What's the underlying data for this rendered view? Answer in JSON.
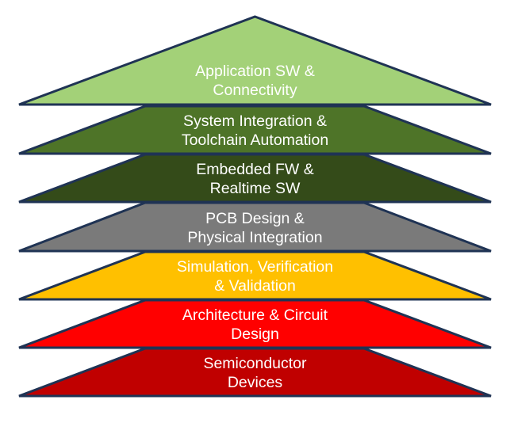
{
  "diagram": {
    "title": "",
    "type": "layered-pyramid",
    "outline_color": "#1f3354",
    "text_color": "#ffffff",
    "layers": [
      {
        "id": "application",
        "lines": [
          "Application SW &",
          "Connectivity"
        ],
        "fill": "#a3d178"
      },
      {
        "id": "system-integration",
        "lines": [
          "System Integration &",
          "Toolchain Automation"
        ],
        "fill": "#4e7428"
      },
      {
        "id": "embedded-fw",
        "lines": [
          "Embedded FW &",
          "Realtime SW"
        ],
        "fill": "#344b19"
      },
      {
        "id": "pcb-design",
        "lines": [
          "PCB Design &",
          "Physical Integration"
        ],
        "fill": "#7a7a7a"
      },
      {
        "id": "simulation",
        "lines": [
          "Simulation, Verification",
          "& Validation"
        ],
        "fill": "#ffc000"
      },
      {
        "id": "architecture",
        "lines": [
          "Architecture & Circuit",
          "Design"
        ],
        "fill": "#ff0000"
      },
      {
        "id": "semiconductor",
        "lines": [
          "Semiconductor",
          "Devices"
        ],
        "fill": "#c00000"
      }
    ]
  }
}
